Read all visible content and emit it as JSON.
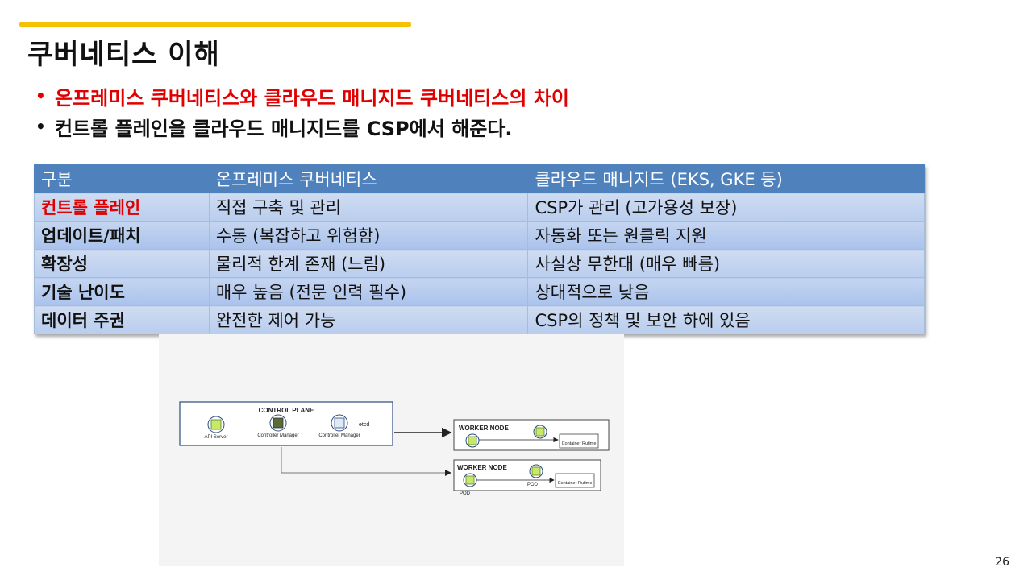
{
  "slide": {
    "title": "쿠버네티스 이해",
    "page_number": "26",
    "accent_color": "#f5c100",
    "highlight_color": "#e00000",
    "table_header_color": "#4f81bd"
  },
  "bullets": [
    {
      "text": "온프레미스 쿠버네티스와 클라우드 매니지드 쿠버네티스의 차이",
      "color": "red"
    },
    {
      "text": "컨트롤 플레인을 클라우드 매니지드를 CSP에서 해준다.",
      "color": "black"
    }
  ],
  "table": {
    "headers": [
      "구분",
      "온프레미스 쿠버네티스",
      "클라우드 매니지드 (EKS, GKE 등)"
    ],
    "rows": [
      [
        "컨트롤 플레인",
        "직접 구축 및 관리",
        "CSP가 관리 (고가용성 보장)"
      ],
      [
        "업데이트/패치",
        "수동 (복잡하고 위험함)",
        "자동화 또는 원클릭 지원"
      ],
      [
        "확장성",
        "물리적 한계 존재 (느림)",
        "사실상 무한대 (매우 빠름)"
      ],
      [
        "기술 난이도",
        "매우 높음 (전문 인력 필수)",
        "상대적으로 낮음"
      ],
      [
        "데이터 주권",
        "완전한 제어 가능",
        "CSP의 정책 및 보안 하에 있음"
      ]
    ]
  },
  "diagram": {
    "control_plane_label": "CONTROL PLANE",
    "components": [
      "API Server",
      "Controller Manager",
      "Controller Manager"
    ],
    "etcd_label": "etcd",
    "worker_nodes": [
      {
        "label": "WORKER NODE",
        "runtime": "Container Rutime"
      },
      {
        "label": "WORKER NODE",
        "runtime": "Container Rutime",
        "pod_labels": [
          "POD",
          "POD"
        ]
      }
    ]
  }
}
